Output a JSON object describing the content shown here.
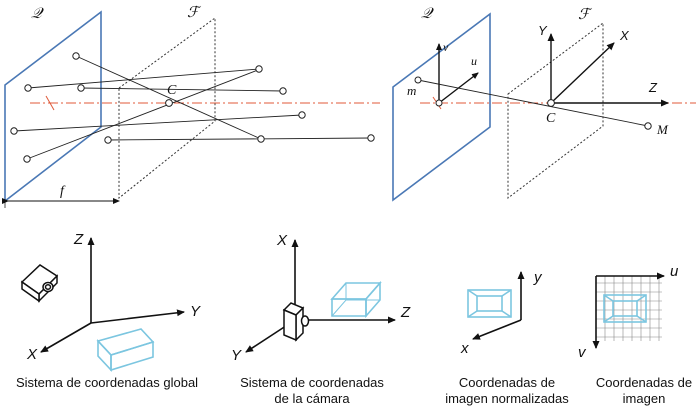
{
  "pinhole_left": {
    "image_plane_label": "𝒬",
    "focal_plane_label": "ℱ",
    "center_label": "C",
    "focal_length_label": "f"
  },
  "pinhole_right": {
    "image_plane_label": "𝒬",
    "focal_plane_label": "ℱ",
    "center_label": "C",
    "axis_x": "X",
    "axis_y": "Y",
    "axis_z": "Z",
    "image_u": "u",
    "image_v": "v",
    "image_point": "m",
    "world_point": "M"
  },
  "panels": [
    {
      "caption_line1": "Sistema de coordenadas global",
      "caption_line2": "",
      "axes": {
        "z": "Z",
        "y": "Y",
        "x": "X"
      }
    },
    {
      "caption_line1": "Sistema de coordenadas",
      "caption_line2": "de la cámara",
      "axes": {
        "x": "X",
        "z": "Z",
        "y": "Y"
      }
    },
    {
      "caption_line1": "Coordenadas de",
      "caption_line2": "imagen normalizadas",
      "axes": {
        "y": "y",
        "x": "x"
      }
    },
    {
      "caption_line1": "Coordenadas de",
      "caption_line2": "imagen",
      "axes": {
        "u": "u",
        "v": "v"
      }
    }
  ],
  "colors": {
    "plane_blue": "#4a78b5",
    "optical_axis": "#e05a3a",
    "box_cyan": "#7cc6e0",
    "ink": "#111111"
  }
}
